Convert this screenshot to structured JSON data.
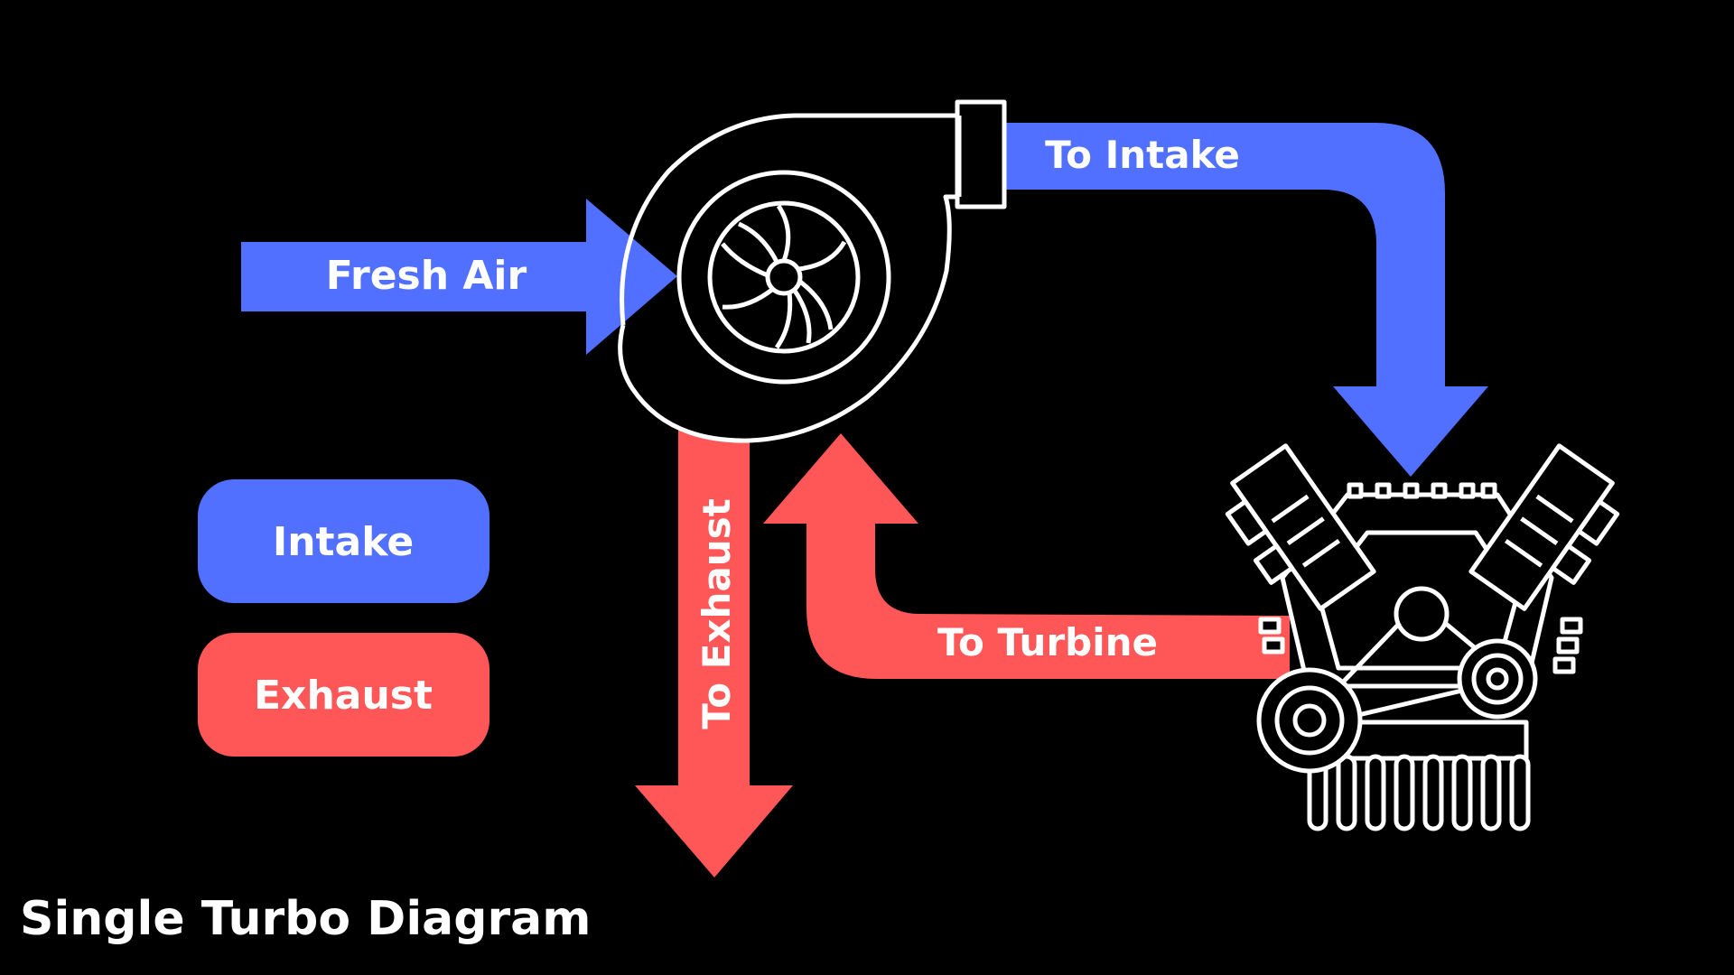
{
  "title": "Single Turbo Diagram",
  "labels": {
    "fresh_air": "Fresh Air",
    "to_intake": "To Intake",
    "to_exhaust": "To Exhaust",
    "to_turbine": "To Turbine"
  },
  "legend": [
    {
      "label": "Intake",
      "color": "#5170ff"
    },
    {
      "label": "Exhaust",
      "color": "#ff5757"
    }
  ],
  "colors": {
    "background": "#000000",
    "intake": "#5170ff",
    "exhaust": "#ff5757",
    "outline": "#ffffff"
  },
  "icons": [
    "turbocharger-icon",
    "v-engine-icon"
  ]
}
